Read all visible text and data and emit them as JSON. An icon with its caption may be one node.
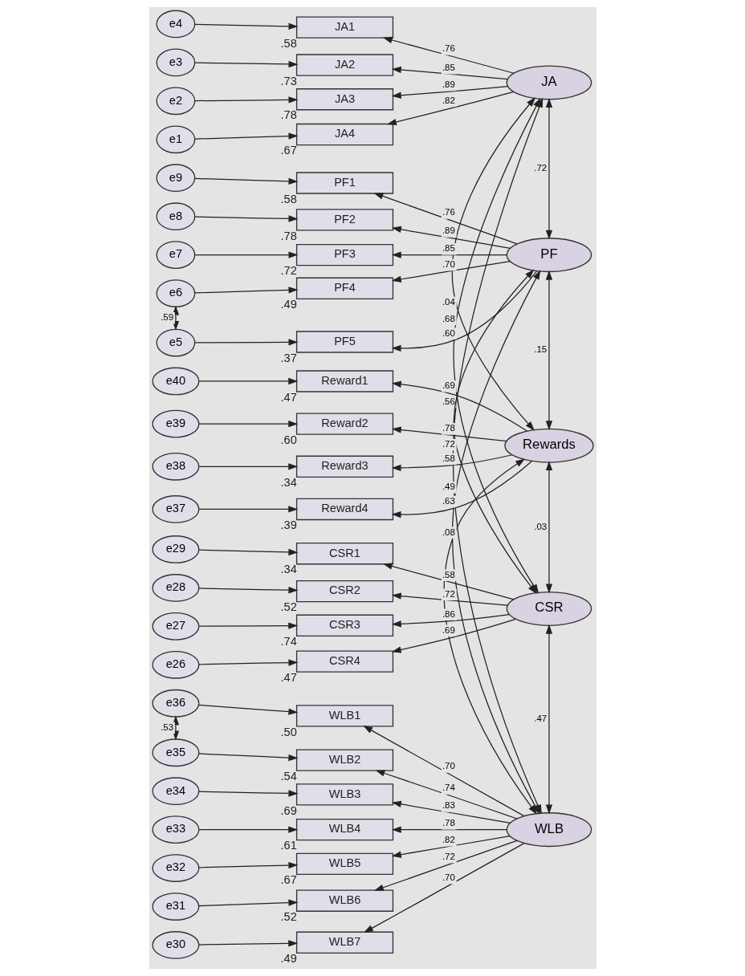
{
  "diagram": {
    "nodes": [
      {
        "text": [
          "JA"
        ]
      },
      {
        "text": [
          "JA1"
        ],
        "beside": [
          ".58"
        ]
      },
      {
        "text": [
          "e4"
        ]
      },
      {
        "text": [
          "JA2"
        ],
        "beside": [
          ".73"
        ]
      },
      {
        "text": [
          "e3"
        ]
      },
      {
        "text": [
          "JA3"
        ],
        "beside": [
          ".78"
        ]
      },
      {
        "text": [
          "e2"
        ]
      },
      {
        "text": [
          "JA4"
        ],
        "beside": [
          ".67"
        ]
      },
      {
        "text": [
          "e1"
        ]
      },
      {
        "text": [
          "PF"
        ]
      },
      {
        "text": [
          "PF1"
        ],
        "beside": [
          ".58"
        ]
      },
      {
        "text": [
          "e9"
        ]
      },
      {
        "text": [
          "PF2"
        ],
        "beside": [
          ".78"
        ]
      },
      {
        "text": [
          "e8"
        ]
      },
      {
        "text": [
          "PF3"
        ],
        "beside": [
          ".72"
        ]
      },
      {
        "text": [
          "e7"
        ]
      },
      {
        "text": [
          "PF4"
        ],
        "beside": [
          ".49"
        ]
      },
      {
        "text": [
          "e6"
        ]
      },
      {
        "text": [
          "PF5"
        ],
        "beside": [
          ".37"
        ]
      },
      {
        "text": [
          "e5"
        ]
      },
      {
        "text": [
          "Rewards"
        ]
      },
      {
        "text": [
          "Reward1"
        ],
        "beside": [
          ".47"
        ]
      },
      {
        "text": [
          "e40"
        ]
      },
      {
        "text": [
          "Reward2"
        ],
        "beside": [
          ".60"
        ]
      },
      {
        "text": [
          "e39"
        ]
      },
      {
        "text": [
          "Reward3"
        ],
        "beside": [
          ".34"
        ]
      },
      {
        "text": [
          "e38"
        ]
      },
      {
        "text": [
          "Reward4"
        ],
        "beside": [
          ".39"
        ]
      },
      {
        "text": [
          "e37"
        ]
      },
      {
        "text": [
          "CSR"
        ]
      },
      {
        "text": [
          "CSR1"
        ],
        "beside": [
          ".34"
        ]
      },
      {
        "text": [
          "e29"
        ]
      },
      {
        "text": [
          "CSR2"
        ],
        "beside": [
          ".52"
        ]
      },
      {
        "text": [
          "e28"
        ]
      },
      {
        "text": [
          "CSR3"
        ],
        "beside": [
          ".74"
        ]
      },
      {
        "text": [
          "e27"
        ]
      },
      {
        "text": [
          "CSR4"
        ],
        "beside": [
          ".47"
        ]
      },
      {
        "text": [
          "e26"
        ]
      },
      {
        "text": [
          "WLB"
        ]
      },
      {
        "text": [
          "WLB1"
        ],
        "beside": [
          ".50"
        ]
      },
      {
        "text": [
          "e36"
        ]
      },
      {
        "text": [
          "WLB2"
        ],
        "beside": [
          ".54"
        ]
      },
      {
        "text": [
          "e35"
        ]
      },
      {
        "text": [
          "WLB3"
        ],
        "beside": [
          ".69"
        ]
      },
      {
        "text": [
          "e34"
        ]
      },
      {
        "text": [
          "WLB4"
        ],
        "beside": [
          ".61"
        ]
      },
      {
        "text": [
          "e33"
        ]
      },
      {
        "text": [
          "WLB5"
        ],
        "beside": [
          ".67"
        ]
      },
      {
        "text": [
          "e32"
        ]
      },
      {
        "text": [
          "WLB6"
        ],
        "beside": [
          ".52"
        ]
      },
      {
        "text": [
          "e31"
        ]
      },
      {
        "text": [
          "WLB7"
        ],
        "beside": [
          ".49"
        ]
      },
      {
        "text": [
          "e30"
        ]
      }
    ],
    "edges": [
      {
        "from": 2,
        "to": 1,
        "arrow": "to"
      },
      {
        "from": 4,
        "to": 3,
        "arrow": "to"
      },
      {
        "from": 6,
        "to": 5,
        "arrow": "to"
      },
      {
        "from": 8,
        "to": 7,
        "arrow": "to"
      },
      {
        "from": 0,
        "to": 1,
        "arrow": "to",
        "label": ".76"
      },
      {
        "from": 0,
        "to": 3,
        "arrow": "to",
        "label": ".85"
      },
      {
        "from": 0,
        "to": 5,
        "arrow": "to",
        "label": ".89"
      },
      {
        "from": 0,
        "to": 7,
        "arrow": "to",
        "label": ".82"
      },
      {
        "from": 11,
        "to": 10,
        "arrow": "to"
      },
      {
        "from": 13,
        "to": 12,
        "arrow": "to"
      },
      {
        "from": 15,
        "to": 14,
        "arrow": "to"
      },
      {
        "from": 17,
        "to": 16,
        "arrow": "to"
      },
      {
        "from": 19,
        "to": 18,
        "arrow": "to"
      },
      {
        "from": 17,
        "to": 19,
        "arrow": "both",
        "label": ".59"
      },
      {
        "from": 9,
        "to": 10,
        "arrow": "to",
        "label": ".76"
      },
      {
        "from": 9,
        "to": 12,
        "arrow": "to",
        "label": ".89"
      },
      {
        "from": 9,
        "to": 14,
        "arrow": "to",
        "label": ".85"
      },
      {
        "from": 9,
        "to": 16,
        "arrow": "to",
        "label": ".70"
      },
      {
        "from": 9,
        "to": 18,
        "arrow": "to",
        "label": ".60"
      },
      {
        "from": 22,
        "to": 21,
        "arrow": "to"
      },
      {
        "from": 24,
        "to": 23,
        "arrow": "to"
      },
      {
        "from": 26,
        "to": 25,
        "arrow": "to"
      },
      {
        "from": 28,
        "to": 27,
        "arrow": "to"
      },
      {
        "from": 20,
        "to": 21,
        "arrow": "to",
        "label": ".69"
      },
      {
        "from": 20,
        "to": 23,
        "arrow": "to",
        "label": ".78"
      },
      {
        "from": 20,
        "to": 25,
        "arrow": "to",
        "label": ".58"
      },
      {
        "from": 20,
        "to": 27,
        "arrow": "to",
        "label": ".63"
      },
      {
        "from": 31,
        "to": 30,
        "arrow": "to"
      },
      {
        "from": 33,
        "to": 32,
        "arrow": "to"
      },
      {
        "from": 35,
        "to": 34,
        "arrow": "to"
      },
      {
        "from": 37,
        "to": 36,
        "arrow": "to"
      },
      {
        "from": 29,
        "to": 30,
        "arrow": "to",
        "label": ".58"
      },
      {
        "from": 29,
        "to": 32,
        "arrow": "to",
        "label": ".72"
      },
      {
        "from": 29,
        "to": 34,
        "arrow": "to",
        "label": ".86"
      },
      {
        "from": 29,
        "to": 36,
        "arrow": "to",
        "label": ".69"
      },
      {
        "from": 40,
        "to": 39,
        "arrow": "to"
      },
      {
        "from": 42,
        "to": 41,
        "arrow": "to"
      },
      {
        "from": 44,
        "to": 43,
        "arrow": "to"
      },
      {
        "from": 46,
        "to": 45,
        "arrow": "to"
      },
      {
        "from": 48,
        "to": 47,
        "arrow": "to"
      },
      {
        "from": 50,
        "to": 49,
        "arrow": "to"
      },
      {
        "from": 52,
        "to": 51,
        "arrow": "to"
      },
      {
        "from": 40,
        "to": 42,
        "arrow": "both",
        "label": ".53"
      },
      {
        "from": 38,
        "to": 39,
        "arrow": "to",
        "label": ".70"
      },
      {
        "from": 38,
        "to": 41,
        "arrow": "to",
        "label": ".74"
      },
      {
        "from": 38,
        "to": 43,
        "arrow": "to",
        "label": ".83"
      },
      {
        "from": 38,
        "to": 45,
        "arrow": "to",
        "label": ".78"
      },
      {
        "from": 38,
        "to": 47,
        "arrow": "to",
        "label": ".82"
      },
      {
        "from": 38,
        "to": 49,
        "arrow": "to",
        "label": ".72"
      },
      {
        "from": 38,
        "to": 51,
        "arrow": "to",
        "label": ".70"
      },
      {
        "from": 0,
        "to": 9,
        "arrow": "both",
        "label": ".72"
      },
      {
        "from": 0,
        "to": 20,
        "arrow": "both",
        "label": ".04"
      },
      {
        "from": 0,
        "to": 29,
        "arrow": "both",
        "label": ".68"
      },
      {
        "from": 0,
        "to": 38,
        "arrow": "both",
        "label": ".56"
      },
      {
        "from": 9,
        "to": 20,
        "arrow": "both",
        "label": ".15"
      },
      {
        "from": 9,
        "to": 29,
        "arrow": "both",
        "label": ".72"
      },
      {
        "from": 9,
        "to": 38,
        "arrow": "both",
        "label": ".49"
      },
      {
        "from": 20,
        "to": 29,
        "arrow": "both",
        "label": ".03"
      },
      {
        "from": 20,
        "to": 38,
        "arrow": "both",
        "label": ".08"
      },
      {
        "from": 29,
        "to": 38,
        "arrow": "both",
        "label": ".47"
      }
    ]
  }
}
